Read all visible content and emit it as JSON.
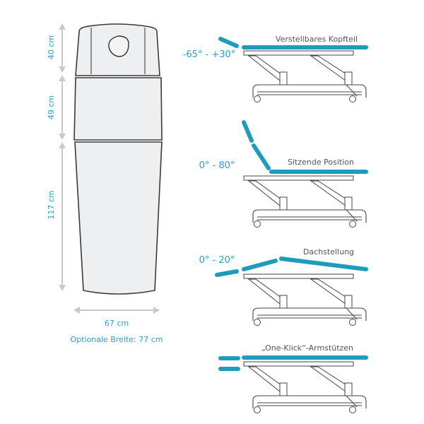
{
  "top_view": {
    "head_length": "40 cm",
    "middle_length": "49 cm",
    "leg_length": "117 cm",
    "width": "67 cm",
    "optional_width": "Optionale Breite: 77 cm"
  },
  "positions": [
    {
      "label": "Verstellbares Kopfteil",
      "angle": "-65° - +30°"
    },
    {
      "label": "Sitzende Position",
      "angle": "0° - 80°"
    },
    {
      "label": "Dachstellung",
      "angle": "0° - 20°"
    },
    {
      "label": "„One-Klick“-Armstützen",
      "angle": ""
    }
  ],
  "colors": {
    "accent": "#2a9fc9",
    "pad": "#1e9bbd"
  }
}
